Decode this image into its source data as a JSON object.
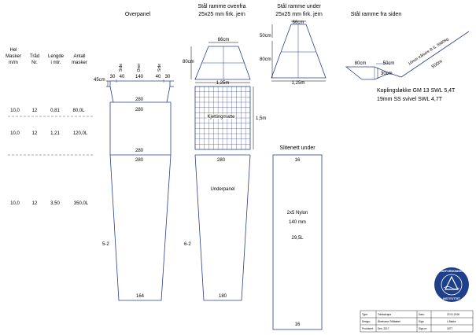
{
  "header": {
    "overpanel": "Overpanel",
    "frame_top_1": "Stål ramme ovenfra",
    "frame_top_2": "25x25 mm firk. jern",
    "frame_bottom_1": "Stål ramme under",
    "frame_bottom_2": "25x25 mm firk. jern",
    "frame_side": "Stål ramme fra siden"
  },
  "table": {
    "headers": [
      [
        "Hel",
        "Masker",
        "m/m"
      ],
      [
        "Tråd",
        "Nr."
      ],
      [
        "Lengde",
        "i mtr."
      ],
      [
        "Antall",
        "masker"
      ]
    ],
    "rows": [
      [
        "10,0",
        "12",
        "0,81",
        "80,0L"
      ],
      [
        "10,0",
        "12",
        "1,21",
        "120,0L"
      ],
      [
        "10,0",
        "12",
        "3,50",
        "350,0L"
      ]
    ]
  },
  "overpanel": {
    "side_left": "Side",
    "over": "Over",
    "side_right": "Side",
    "d30a": "30",
    "d40a": "40",
    "d140": "140",
    "d40b": "40",
    "d30b": "30",
    "d45": "45cm",
    "m280a": "280",
    "m280b": "280",
    "m280c": "280",
    "m280d": "280",
    "bottom": "164",
    "section": "5-2"
  },
  "frame_top": {
    "w_top": "66cm",
    "h": "80cm",
    "w_bottom": "1,25m"
  },
  "frame_bottom": {
    "w_top": "66cm",
    "h50": "50cm",
    "h80": "80cm",
    "w_bottom": "1,25m"
  },
  "kjetting": {
    "label": "Kjettingmatte",
    "height": "1,5m",
    "m280": "280"
  },
  "underpanel": {
    "label": "Underpanel",
    "section": "6-2",
    "bottom": "180"
  },
  "slitenett": {
    "title": "Slitenett under",
    "top": "16",
    "spec1": "2x5 Nylon",
    "spec2": "140 mm",
    "spec3": "29,5L",
    "bottom": "16"
  },
  "side_frame": {
    "d80": "80cm",
    "d50": "50cm",
    "d30": "30cm",
    "wire": "10mm trålwire B.S. 5980kg",
    "length": "500m",
    "kopling": "Koplingsløkke GM 13 SWL 5,4T",
    "svivel": "19mm SS svivel SWL 4,7T"
  },
  "title_block": {
    "rows": [
      [
        "Type:",
        "Tobisskrapa",
        "Dato:",
        "22.01.2018"
      ],
      [
        "Design:",
        "Åkrehamn Trålbøteri",
        "Sign:",
        "L.Bakke"
      ],
      [
        "Produsert:",
        "Des. 2017",
        "Sign.nr:",
        "1877"
      ]
    ]
  },
  "logo": {
    "text_top": "HAVFORSKNINGS",
    "text_bottom": "INSTITUTTET"
  },
  "colors": {
    "line": "#2c3e8f",
    "logo": "#1e3f8a"
  }
}
